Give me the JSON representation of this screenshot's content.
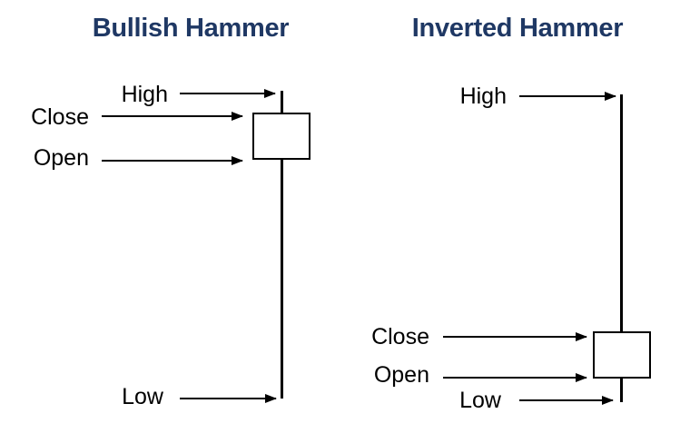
{
  "colors": {
    "title_text": "#1f3864",
    "label_text": "#000000",
    "line": "#000000",
    "candle_fill": "#ffffff",
    "background": "#ffffff"
  },
  "panels": [
    {
      "id": "bullish-hammer",
      "title": "Bullish Hammer",
      "candle": {
        "shape": "small body near top, long lower shadow",
        "high_label": "High",
        "close_label": "Close",
        "open_label": "Open",
        "low_label": "Low"
      }
    },
    {
      "id": "inverted-hammer",
      "title": "Inverted Hammer",
      "candle": {
        "shape": "small body near bottom, long upper shadow",
        "high_label": "High",
        "close_label": "Close",
        "open_label": "Open",
        "low_label": "Low"
      }
    }
  ]
}
